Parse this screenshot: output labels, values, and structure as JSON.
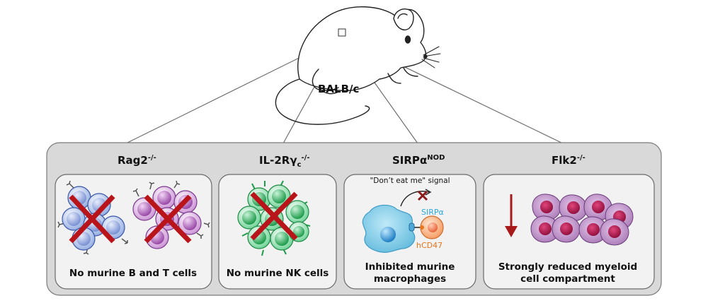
{
  "mouse": {
    "strain_label": "BALB/c"
  },
  "panels": [
    {
      "title": "Rag2",
      "title_sup": "-/-",
      "caption_lines": [
        "No murine B and T cells"
      ]
    },
    {
      "title_pre": "IL-2R",
      "title_greek": "γ",
      "title_sub": "c",
      "title_sup": "-/-",
      "caption_lines": [
        "No murine NK cells"
      ]
    },
    {
      "title_pre": "SIRP",
      "title_greek": "α",
      "title_sup": "NOD",
      "caption_lines": [
        "Inhibited murine",
        "macrophages"
      ],
      "signal_label": "\"Don’t eat me\" signal",
      "receptor_label": "SIRPα",
      "ligand_label": "hCD47"
    },
    {
      "title": "Flk2",
      "title_sup": "-/-",
      "caption_lines": [
        "Strongly reduced myeloid",
        "cell compartment"
      ]
    }
  ],
  "colors": {
    "outer_box": "#d9d9d9",
    "inner_box": "#f2f2f2",
    "red_cross": "#b8141a",
    "b_cell": "#9fb8e8",
    "t_cell": "#b77ac2",
    "nk_cell": "#3fbf6a",
    "macrophage": "#6cc8e8",
    "hcd47_cell": "#f6a26b",
    "hcd47_label": "#e8751a",
    "sirpa_label": "#2aa8dc",
    "myeloid_cell": "#9c6aa8",
    "myeloid_nucleus": "#b3124a"
  }
}
